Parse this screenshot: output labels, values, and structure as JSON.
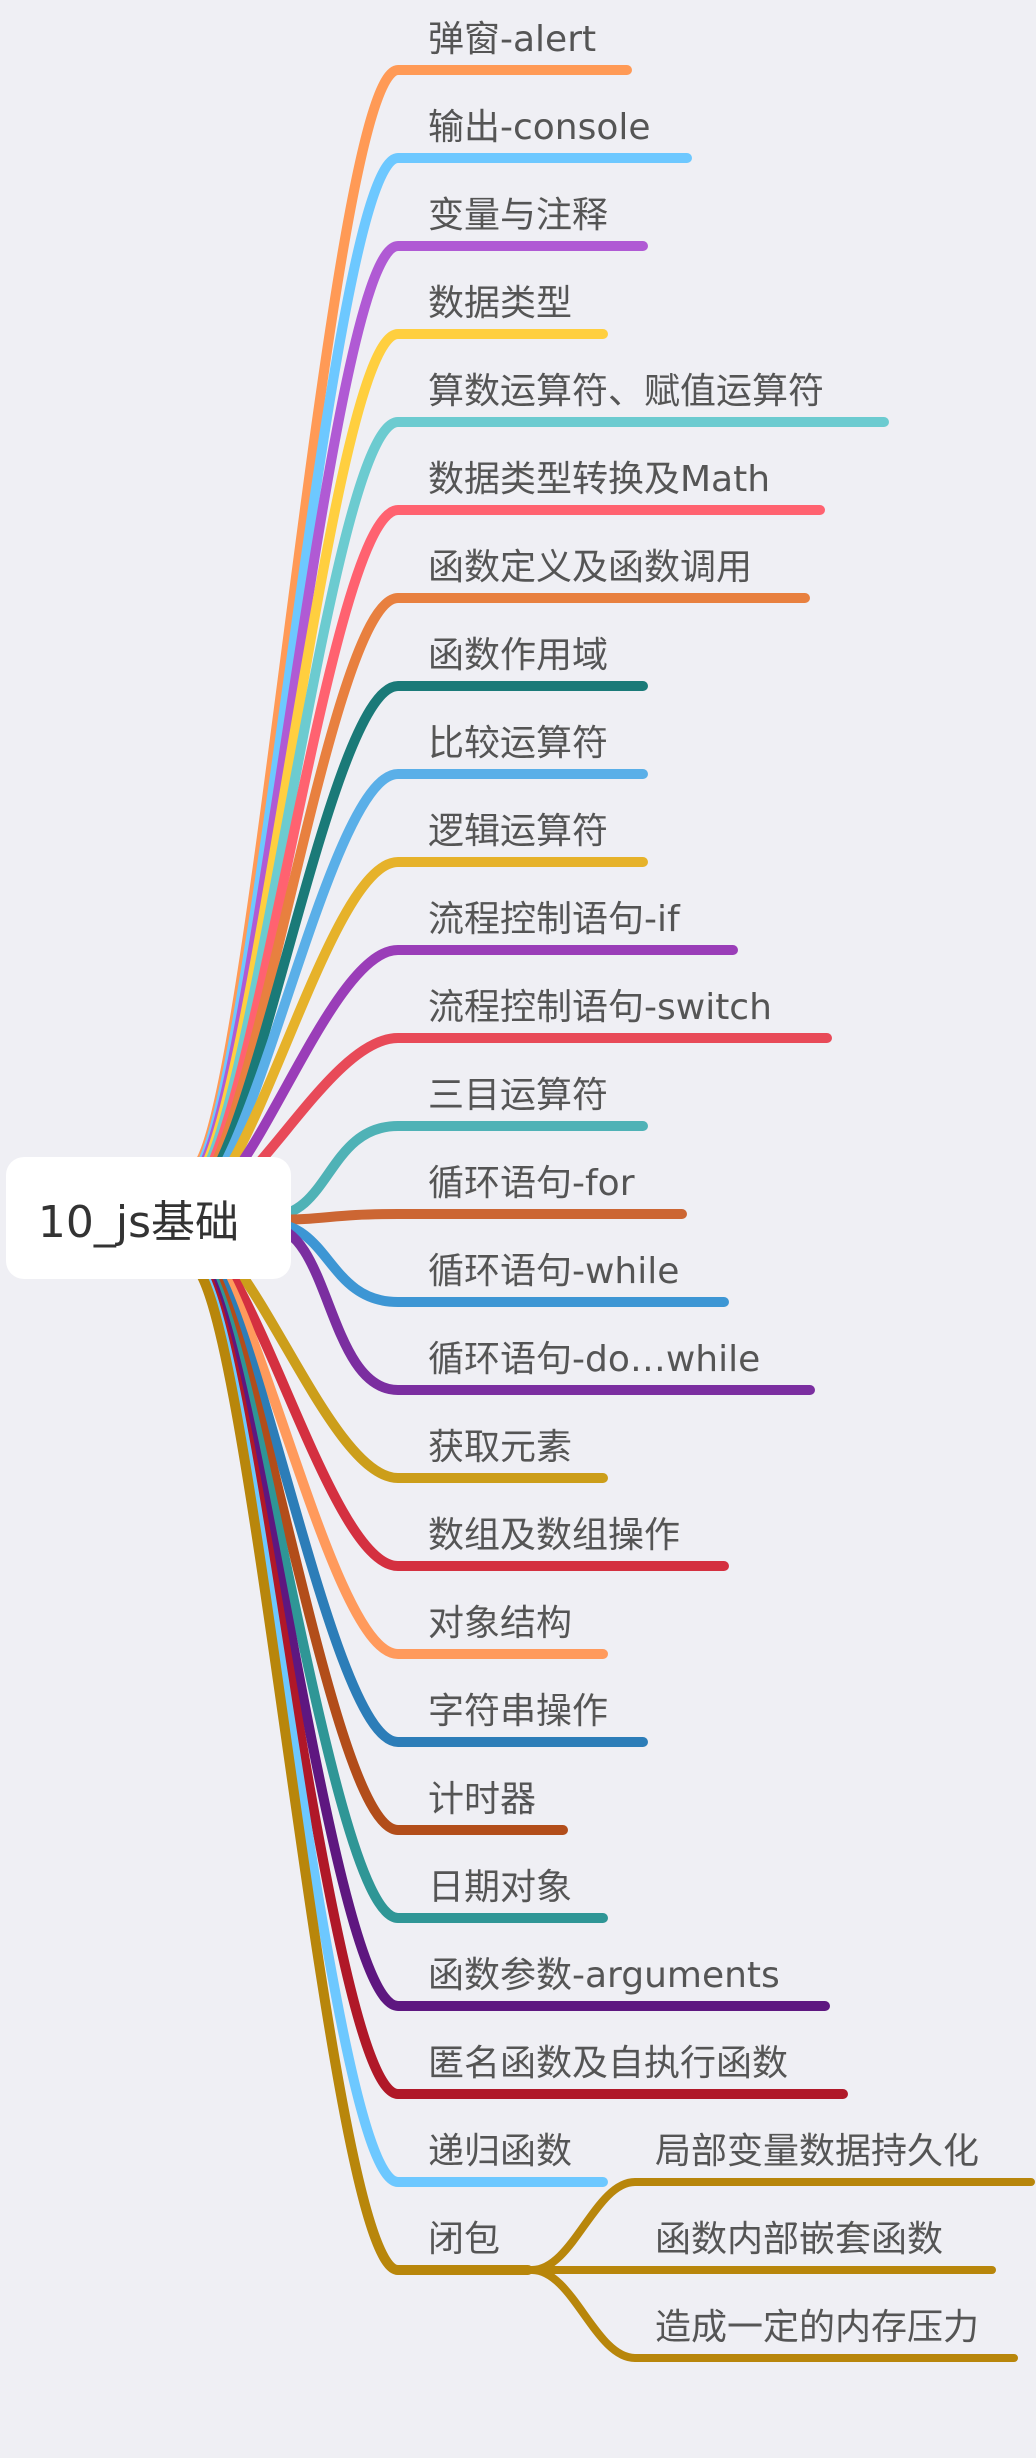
{
  "mindmap": {
    "root": "10_js基础",
    "branches": [
      {
        "label": "弹窗-alert",
        "color": "#FF9A56"
      },
      {
        "label": "输出-console",
        "color": "#6DC8FF"
      },
      {
        "label": "变量与注释",
        "color": "#B05AD4"
      },
      {
        "label": "数据类型",
        "color": "#FFCF3F"
      },
      {
        "label": "算数运算符、赋值运算符",
        "color": "#6CCBD0"
      },
      {
        "label": "数据类型转换及Math",
        "color": "#FF6270"
      },
      {
        "label": "函数定义及函数调用",
        "color": "#E8803F"
      },
      {
        "label": "函数作用域",
        "color": "#1A7A78"
      },
      {
        "label": "比较运算符",
        "color": "#5AAFE8"
      },
      {
        "label": "逻辑运算符",
        "color": "#E6B22A"
      },
      {
        "label": "流程控制语句-if",
        "color": "#9A3DB8"
      },
      {
        "label": "流程控制语句-switch",
        "color": "#E84A58"
      },
      {
        "label": "三目运算符",
        "color": "#4FB2B6"
      },
      {
        "label": "循环语句-for",
        "color": "#CC6633"
      },
      {
        "label": "循环语句-while",
        "color": "#3D96D4"
      },
      {
        "label": "循环语句-do…while",
        "color": "#7B2EA0"
      },
      {
        "label": "获取元素",
        "color": "#CC9E1A"
      },
      {
        "label": "数组及数组操作",
        "color": "#D43040"
      },
      {
        "label": "对象结构",
        "color": "#FF9A5C"
      },
      {
        "label": "字符串操作",
        "color": "#2C7DB8"
      },
      {
        "label": "计时器",
        "color": "#B24D1A"
      },
      {
        "label": "日期对象",
        "color": "#2F9696"
      },
      {
        "label": "函数参数-arguments",
        "color": "#5E1780"
      },
      {
        "label": "匿名函数及自执行函数",
        "color": "#B01828"
      },
      {
        "label": "递归函数",
        "color": "#6DC8FF"
      },
      {
        "label": "闭包",
        "color": "#B8860B",
        "children": [
          {
            "label": "局部变量数据持久化"
          },
          {
            "label": "函数内部嵌套函数"
          },
          {
            "label": "造成一定的内存压力"
          }
        ]
      }
    ]
  }
}
